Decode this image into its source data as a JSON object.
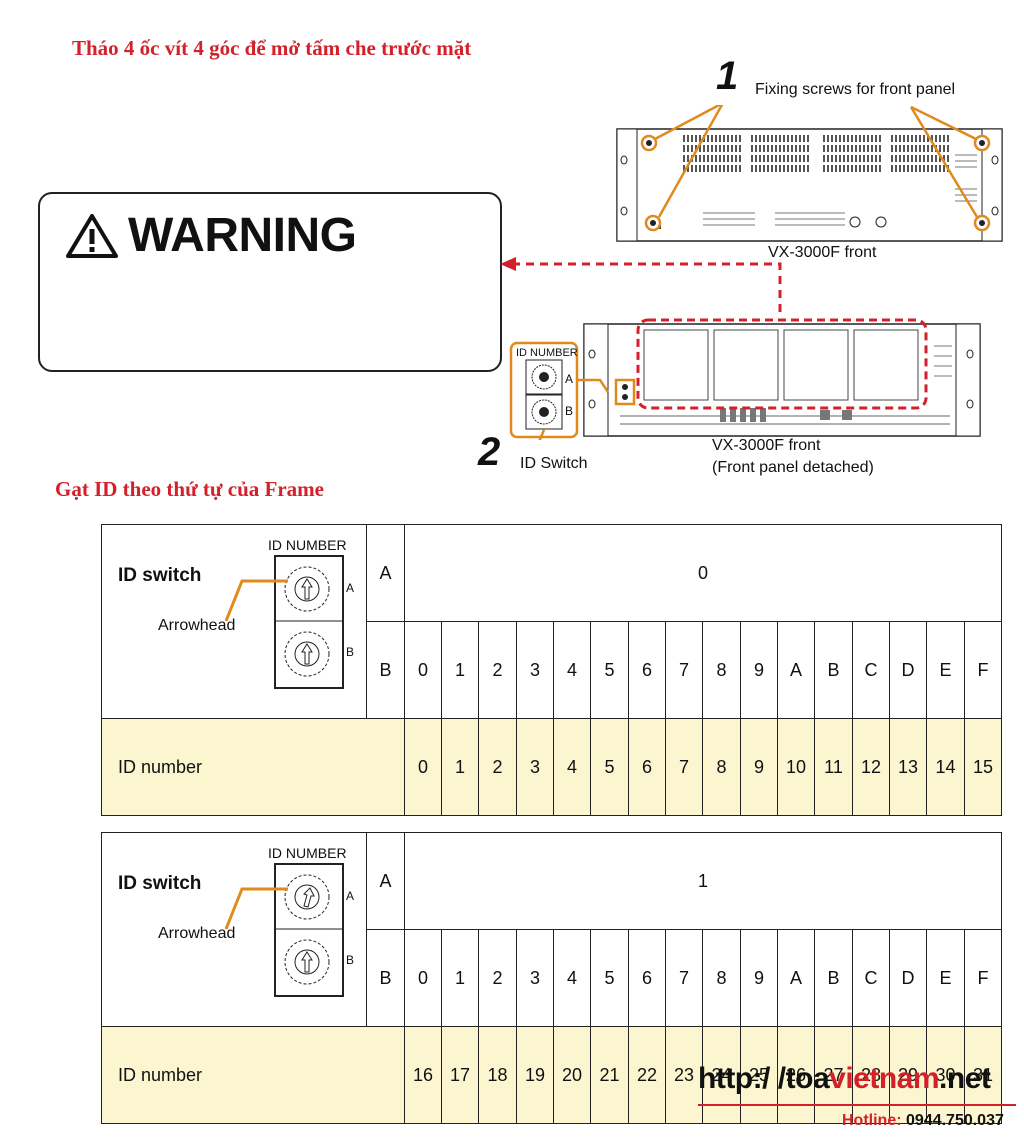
{
  "titles": {
    "remove_panel": "Tháo 4 ốc vít 4 góc để mở tấm che trước mặt",
    "set_id": "Gạt ID theo thứ tự của Frame"
  },
  "diagram": {
    "step1_number": "1",
    "step1_label": "Fixing screws for front panel",
    "front_label": "VX-3000F front",
    "step2_number": "2",
    "step2_label": "ID Switch",
    "detached_label_line1": "VX-3000F front",
    "detached_label_line2": "(Front panel detached)",
    "inset_title": "ID NUMBER",
    "inset_a": "A",
    "inset_b": "B",
    "warning_label": "WARNING",
    "accent_orange": "#e08a1e",
    "accent_red": "#d3202a"
  },
  "tables": [
    {
      "id_number_caption": "ID NUMBER",
      "switch_label": "ID switch",
      "arrowhead_label": "Arrowhead",
      "switch_a_letter": "A",
      "switch_b_letter": "B",
      "row_a_label": "A",
      "row_a_value": "0",
      "row_b_label": "B",
      "b_values": [
        "0",
        "1",
        "2",
        "3",
        "4",
        "5",
        "6",
        "7",
        "8",
        "9",
        "A",
        "B",
        "C",
        "D",
        "E",
        "F"
      ],
      "id_label": "ID number",
      "id_values": [
        "0",
        "1",
        "2",
        "3",
        "4",
        "5",
        "6",
        "7",
        "8",
        "9",
        "10",
        "11",
        "12",
        "13",
        "14",
        "15"
      ]
    },
    {
      "id_number_caption": "ID NUMBER",
      "switch_label": "ID switch",
      "arrowhead_label": "Arrowhead",
      "switch_a_letter": "A",
      "switch_b_letter": "B",
      "row_a_label": "A",
      "row_a_value": "1",
      "row_b_label": "B",
      "b_values": [
        "0",
        "1",
        "2",
        "3",
        "4",
        "5",
        "6",
        "7",
        "8",
        "9",
        "A",
        "B",
        "C",
        "D",
        "E",
        "F"
      ],
      "id_label": "ID number",
      "id_values": [
        "16",
        "17",
        "18",
        "19",
        "20",
        "21",
        "22",
        "23",
        "24",
        "25",
        "26",
        "27",
        "28",
        "29",
        "30",
        "31"
      ]
    }
  ],
  "watermark": {
    "http": "http:/ /",
    "toa": "toa",
    "vietnam": "vietnam",
    "net": ".net",
    "hotline_label": "Hotline:",
    "hotline_number": "0944.750.037"
  }
}
